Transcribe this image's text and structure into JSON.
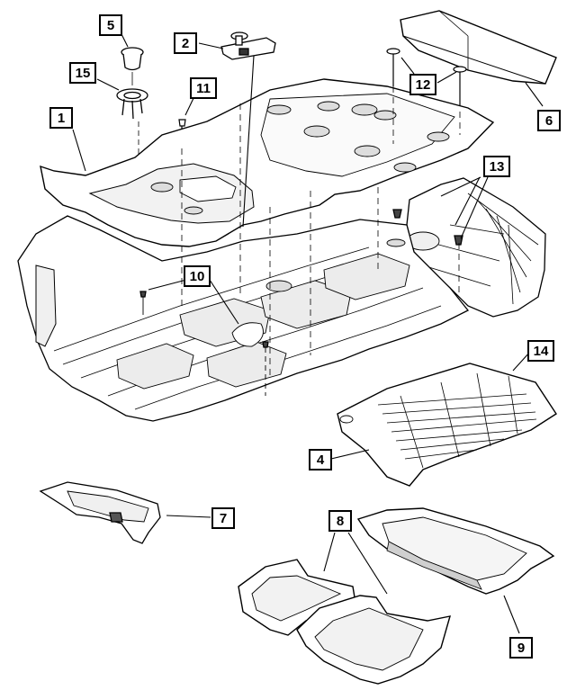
{
  "diagram": {
    "callouts": [
      {
        "id": "c1",
        "label": "1"
      },
      {
        "id": "c2",
        "label": "2"
      },
      {
        "id": "c4",
        "label": "4"
      },
      {
        "id": "c5",
        "label": "5"
      },
      {
        "id": "c6",
        "label": "6"
      },
      {
        "id": "c7",
        "label": "7"
      },
      {
        "id": "c8",
        "label": "8"
      },
      {
        "id": "c9",
        "label": "9"
      },
      {
        "id": "c10",
        "label": "10"
      },
      {
        "id": "c11",
        "label": "11"
      },
      {
        "id": "c12",
        "label": "12"
      },
      {
        "id": "c13",
        "label": "13"
      },
      {
        "id": "c14",
        "label": "14"
      },
      {
        "id": "c15",
        "label": "15"
      }
    ],
    "colors": {
      "line": "#000000",
      "fill": "#ffffff",
      "shade": "#e6e6e6",
      "dark": "#8a8a8a"
    },
    "icons": [
      "floor-pan-icon",
      "carpet-icon",
      "mat-icon",
      "tray-icon",
      "fastener-icon"
    ]
  }
}
